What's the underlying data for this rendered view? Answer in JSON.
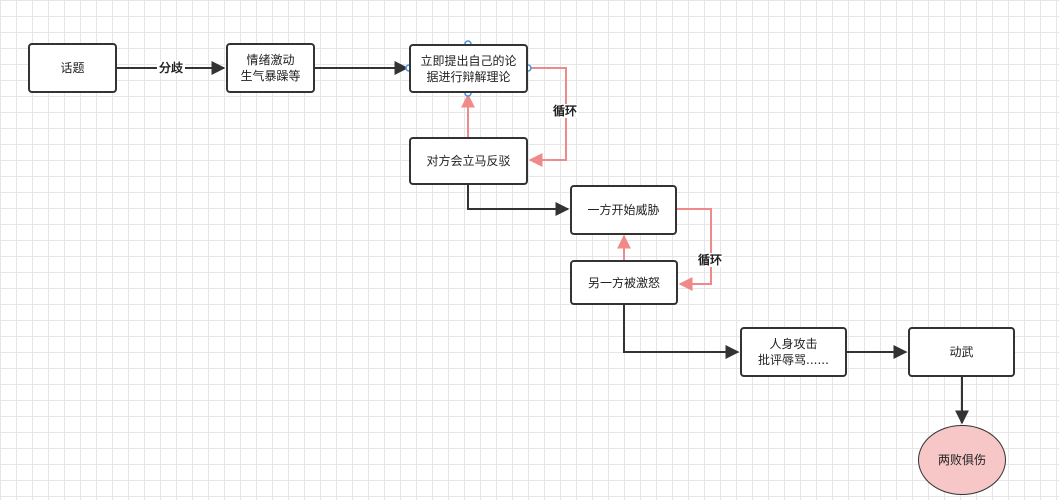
{
  "colors": {
    "stroke": "#333333",
    "loop": "#f08a8a",
    "handle": "#4a90e2",
    "terminal_fill": "#f7c6c6",
    "node_fill": "#ffffff"
  },
  "nodes": {
    "topic": "话题",
    "emotion": "情绪激动\n生气暴躁等",
    "argue": "立即提出自己的论\n据进行辩解理论",
    "rebut": "对方会立马反驳",
    "threat": "一方开始威胁",
    "angered": "另一方被激怒",
    "attack": "人身攻击\n批评辱骂......",
    "fight": "动武",
    "result": "两败俱伤"
  },
  "edge_labels": {
    "divergence": "分歧",
    "loop_1": "循环",
    "loop_2": "循环"
  }
}
